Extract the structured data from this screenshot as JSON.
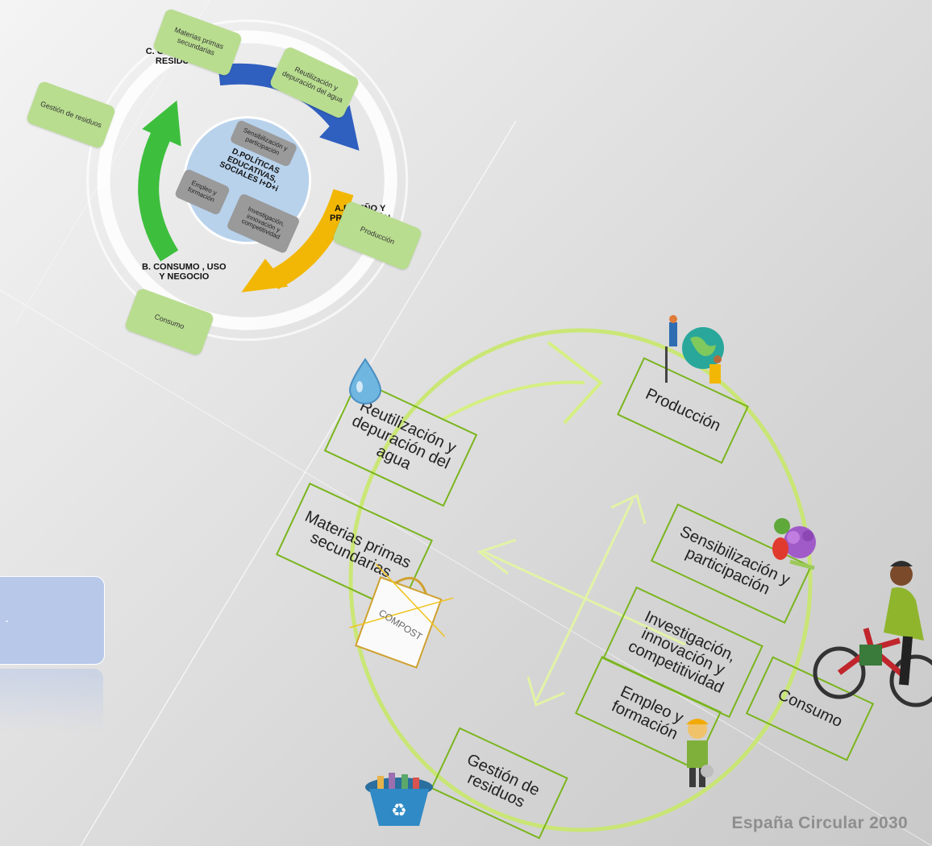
{
  "mini_diagram": {
    "outer_boxes": {
      "materias": "Materias primas secundarias",
      "reutilizacion": "Reutilización y depuración del agua",
      "gestion": "Gestión de residuos",
      "produccion": "Producción",
      "consumo": "Consumo"
    },
    "stages": {
      "c": "C. GESTIÓN DE RESIDUOS",
      "a": "A.DISEÑO Y PRODUCCIÓN",
      "b": "B. CONSUMO , USO Y NEGOCIO"
    },
    "center": {
      "title": "D.POLÍTICAS EDUCATIVAS, SOCIALES I+D+i",
      "sensibilizacion": "Sensibilización y participación",
      "empleo": "Empleo y formación",
      "investigacion": "Investigación, innovación y competitividad"
    },
    "arrow_colors": {
      "blue": "#2f5fbf",
      "yellow": "#f2b705",
      "green": "#3dbf3d"
    }
  },
  "main_diagram": {
    "boxes": {
      "reutilizacion": "Reutilización y depuración del agua",
      "produccion": "Producción",
      "materias": "Materias primas secundarias",
      "sensibilizacion": "Sensibilización y participación",
      "investigacion": "Investigación, innovación y competitividad",
      "consumo": "Consumo",
      "empleo": "Empleo y formación",
      "gestion": "Gestión de residuos"
    },
    "compost_label": "COMPOST",
    "accent_color": "#7ab51d",
    "ring_color": "#c8e86a"
  },
  "side_card": {
    "text": "."
  },
  "footer": {
    "text": "España Circular 2030"
  }
}
